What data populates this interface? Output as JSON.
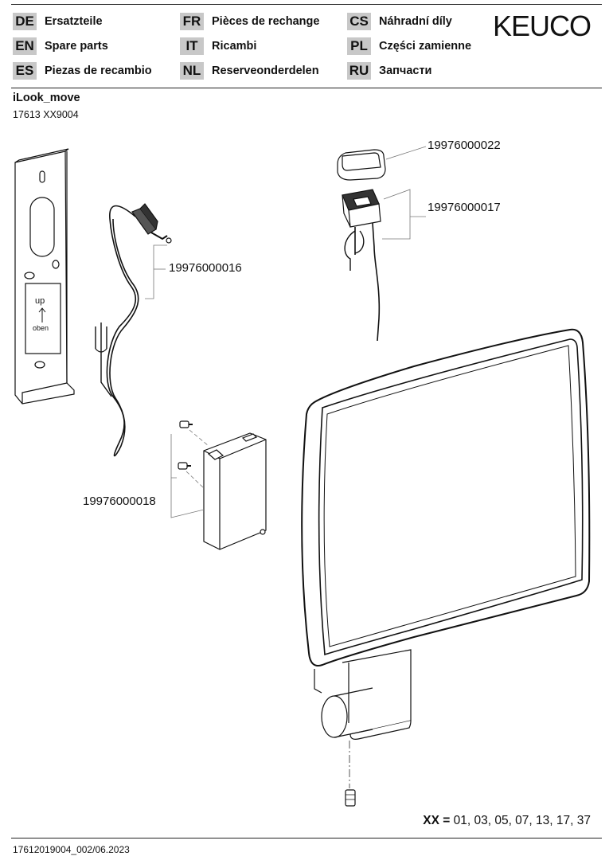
{
  "languages": [
    {
      "code": "DE",
      "label": "Ersatzteile"
    },
    {
      "code": "EN",
      "label": "Spare parts"
    },
    {
      "code": "ES",
      "label": "Piezas de recambio"
    },
    {
      "code": "FR",
      "label": "Pièces de rechange"
    },
    {
      "code": "IT",
      "label": "Ricambi"
    },
    {
      "code": "NL",
      "label": "Reserveonderdelen"
    },
    {
      "code": "CS",
      "label": "Náhradní díly"
    },
    {
      "code": "PL",
      "label": "Części zamienne"
    },
    {
      "code": "RU",
      "label": "Запчасти"
    }
  ],
  "brand": "KEUCO",
  "product": {
    "name": "iLook_move",
    "article": "17613 XX9004"
  },
  "parts": {
    "cap": "19976000022",
    "switch": "19976000017",
    "cable": "19976000016",
    "transformer": "19976000018"
  },
  "bracket_label": {
    "up": "up",
    "oben": "oben"
  },
  "variants": {
    "prefix": "XX =",
    "values": "01, 03, 05, 07, 13, 17, 37"
  },
  "footer": "17612019004_002/06.2023"
}
